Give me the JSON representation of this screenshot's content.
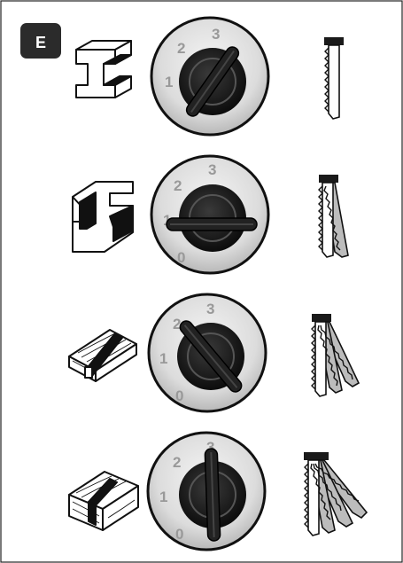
{
  "section_badge": "E",
  "rows": [
    {
      "material": "metal-profile",
      "setting": 3,
      "blade_positions": 1,
      "numbers": [
        "3",
        "2",
        "1"
      ]
    },
    {
      "material": "aluminium-profile",
      "setting": 2,
      "blade_positions": 2,
      "numbers": [
        "3",
        "2",
        "1",
        "0"
      ]
    },
    {
      "material": "thin-wood",
      "setting": 1,
      "blade_positions": 3,
      "numbers": [
        "3",
        "2",
        "1",
        "0"
      ]
    },
    {
      "material": "thick-wood",
      "setting": 0,
      "blade_positions": 4,
      "numbers": [
        "3",
        "2",
        "1",
        "0"
      ]
    }
  ],
  "colors": {
    "badge": "#2b2b2b",
    "blade": "#b9b9b9",
    "knob": "#1e1e1e"
  }
}
